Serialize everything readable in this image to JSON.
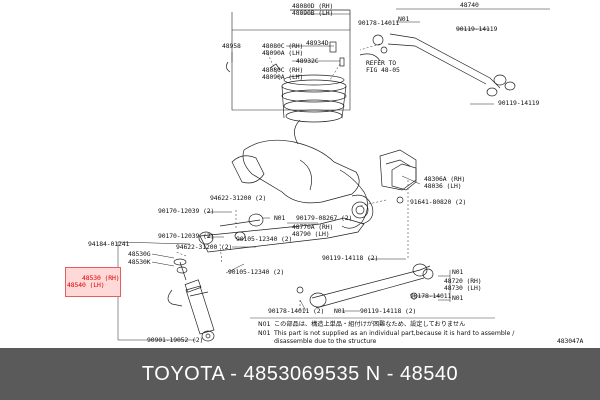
{
  "labels": {
    "p48080D_48090B": "48080D (RH)\n48090B (LH)",
    "p48958": "48958",
    "p48080C_48090A_top": "48080C (RH)\n48090A (LH)",
    "p48934D": "48934D",
    "p48932C": "48932C",
    "p48080C_48090A_bot": "48080C (RH)\n48090A (LH)",
    "p48740": "48740",
    "p90178_14011_top": "90178-14011",
    "n01_top": "N01",
    "p90119_14119_a": "90119-14119",
    "refer": "REFER TO\nFIG 48-05",
    "p90119_14119_b": "90119-14119",
    "p48306A_48036": "48306A (RH)\n48036 (LH)",
    "p94622_31200_a": "94622-31200 (2)",
    "p91641_80820": "91641-80820 (2)",
    "p90170_12039_a": "90170-12039 (2)",
    "n01_mid": "N01",
    "p90179_08267": "90179-08267 (2)",
    "p48770A_48790": "48770A (RH)\n48790 (LH)",
    "p90170_12039_b": "90170-12039 (2)",
    "p90105_12340_a": "90105-12340 (2)",
    "p94184_01241": "94184-01241",
    "p94622_31200_b": "94622-31200 (2)",
    "p48530G": "48530G",
    "p48530K": "48530K",
    "p48530_48540": "48530 (RH)\n48540 (LH)",
    "p90105_12340_b": "90105-12340 (2)",
    "p90119_14118_a": "90119-14118 (2)",
    "n01_right": "N01",
    "p48720_48730": "48720 (RH)\n48730 (LH)",
    "n01_right2": "N01",
    "p90178_14011_b": "90178-14011",
    "n01_bottom": "N01",
    "p90178_14011_c": "90178-14011 (2)",
    "p90119_14118_b": "90119-14118 (2)",
    "p90901_19052": "90901-19052 (2)",
    "fig_code": "483047A"
  },
  "note": {
    "code1": "N01",
    "text1": "この部品は、構造上単品・組付けが困難なため、設定しておりません",
    "code2": "N01",
    "text2": "This part is not supplied as an individual part,because it is hard to assemble /\ndisassemble due to the structure"
  },
  "footer": {
    "text": "TOYOTA - 4853069535     N - 48540"
  }
}
